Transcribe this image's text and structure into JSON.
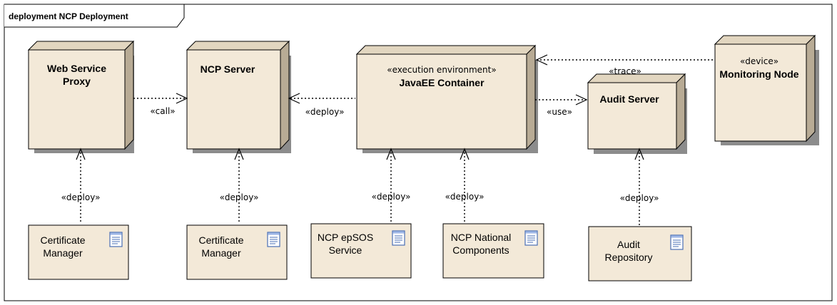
{
  "frame": {
    "title": "deployment NCP Deployment"
  },
  "nodes": {
    "web_service_proxy": {
      "line1": "Web Service",
      "line2": "Proxy"
    },
    "ncp_server": {
      "title": "NCP Server"
    },
    "javaee_container": {
      "stereotype": "«execution environment»",
      "title": "JavaEE Container"
    },
    "audit_server": {
      "title": "Audit Server"
    },
    "monitoring_node": {
      "stereotype": "«device»",
      "title": "Monitoring Node"
    }
  },
  "artifacts": {
    "certificate_manager_1": {
      "line1": "Certificate",
      "line2": "Manager"
    },
    "certificate_manager_2": {
      "line1": "Certificate",
      "line2": "Manager"
    },
    "ncp_epsos_service": {
      "line1": "NCP epSOS",
      "line2": "Service"
    },
    "ncp_national_components": {
      "line1": "NCP National",
      "line2": "Components"
    },
    "audit_repository": {
      "line1": "Audit",
      "line2": "Repository"
    }
  },
  "connectors": {
    "call": "«call»",
    "deploy_javaee_to_ncp": "«deploy»",
    "use": "«use»",
    "trace": "«trace»",
    "deploy_cert1": "«deploy»",
    "deploy_cert2": "«deploy»",
    "deploy_epsos": "«deploy»",
    "deploy_national": "«deploy»",
    "deploy_audit": "«deploy»"
  },
  "icons": {
    "artifact": "document-icon"
  }
}
